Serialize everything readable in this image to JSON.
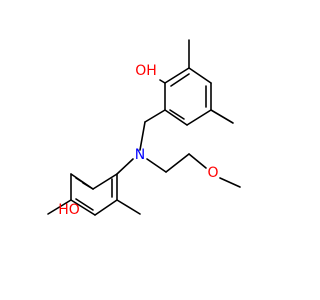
{
  "molecule": {
    "atoms": [
      {
        "id": "oh_top",
        "label": "OH",
        "color": "#ff0000"
      },
      {
        "id": "oh_bottom",
        "label": "HO",
        "color": "#ff0000"
      },
      {
        "id": "n_center",
        "label": "N",
        "color": "#0000ff"
      },
      {
        "id": "o_methoxy",
        "label": "O",
        "color": "#ff0000"
      }
    ]
  }
}
